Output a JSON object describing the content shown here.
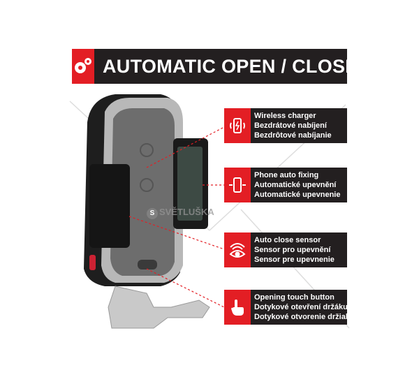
{
  "banner": {
    "title": "AUTOMATIC OPEN / CLOSE",
    "icon": "gears-icon"
  },
  "features": [
    {
      "icon": "wireless-charging-phone-icon",
      "lines": [
        "Wireless charger",
        "Bezdrátové nabíjení",
        "Bezdrôtové nabíjanie"
      ]
    },
    {
      "icon": "phone-clamp-icon",
      "lines": [
        "Phone auto fixing",
        "Automatické upevnění",
        "Automatické upevnenie"
      ]
    },
    {
      "icon": "sensor-eye-icon",
      "lines": [
        "Auto close sensor",
        "Sensor pro upevnění",
        "Sensor pre upevnenie"
      ]
    },
    {
      "icon": "touch-hand-icon",
      "lines": [
        "Opening touch button",
        "Dotykové otevření držáku",
        "Dotykové otvorenie držiaku"
      ]
    }
  ],
  "watermark": "SVĚTLUŠKA",
  "colors": {
    "red": "#e31e24",
    "dark": "#231f20"
  }
}
